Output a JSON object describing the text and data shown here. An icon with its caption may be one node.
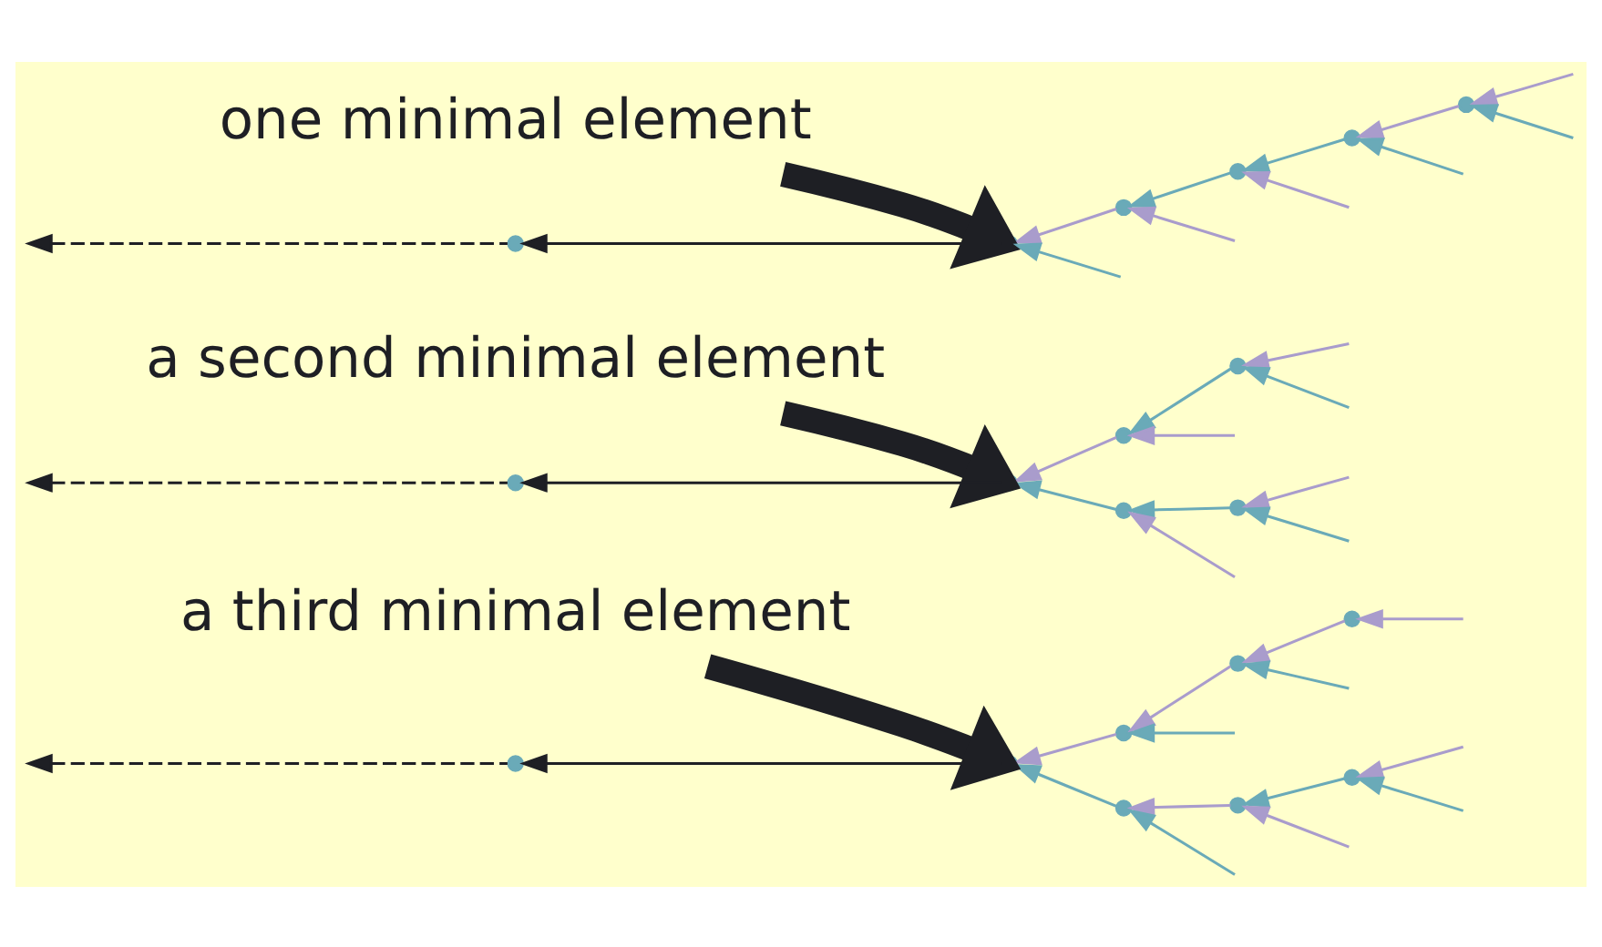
{
  "diagram": {
    "nodes": [
      {
        "text": [
          "one minimal element"
        ]
      },
      {
        "text": [],
        "shape": "point"
      },
      {
        "text": [],
        "shape": "point"
      },
      {
        "text": [],
        "shape": "point"
      },
      {
        "text": [],
        "shape": "point"
      },
      {
        "text": [],
        "shape": "point"
      },
      {
        "text": [],
        "shape": "point"
      },
      {
        "text": [
          "a second minimal element"
        ]
      },
      {
        "text": [],
        "shape": "point"
      },
      {
        "text": [],
        "shape": "point"
      },
      {
        "text": [],
        "shape": "point"
      },
      {
        "text": [],
        "shape": "point"
      },
      {
        "text": [],
        "shape": "point"
      },
      {
        "text": [],
        "shape": "point"
      },
      {
        "text": [
          "a third minimal element"
        ]
      },
      {
        "text": [],
        "shape": "point"
      },
      {
        "text": [],
        "shape": "point"
      },
      {
        "text": [],
        "shape": "point"
      },
      {
        "text": [],
        "shape": "point"
      },
      {
        "text": [],
        "shape": "point"
      },
      {
        "text": [],
        "shape": "point"
      },
      {
        "text": [],
        "shape": "point"
      },
      {
        "text": [],
        "shape": "point"
      }
    ],
    "edges": [
      {
        "from": 0,
        "to": 2,
        "arrow": "to",
        "style": "thick",
        "color": "#1e1f24"
      },
      {
        "from": 2,
        "to": 1,
        "arrow": "to",
        "color": "#1e1f24"
      },
      {
        "from": 1,
        "to": null,
        "arrow": "to",
        "style": "dashed",
        "color": "#1e1f24"
      },
      {
        "from": null,
        "to": 2,
        "arrow": "to",
        "color": "#6aaab8"
      },
      {
        "from": 3,
        "to": 2,
        "arrow": "to",
        "color": "#a99ccc"
      },
      {
        "from": 4,
        "to": 3,
        "arrow": "to",
        "color": "#6aaab8"
      },
      {
        "from": null,
        "to": 3,
        "arrow": "to",
        "color": "#a99ccc"
      },
      {
        "from": 5,
        "to": 4,
        "arrow": "to",
        "color": "#6aaab8"
      },
      {
        "from": null,
        "to": 4,
        "arrow": "to",
        "color": "#a99ccc"
      },
      {
        "from": null,
        "to": 5,
        "arrow": "to",
        "color": "#6aaab8"
      },
      {
        "from": 6,
        "to": 5,
        "arrow": "to",
        "color": "#a99ccc"
      },
      {
        "from": null,
        "to": 6,
        "arrow": "to",
        "color": "#6aaab8"
      },
      {
        "from": null,
        "to": 6,
        "arrow": "to",
        "color": "#a99ccc"
      },
      {
        "from": 7,
        "to": 9,
        "arrow": "to",
        "style": "thick",
        "color": "#1e1f24"
      },
      {
        "from": 9,
        "to": 8,
        "arrow": "to",
        "color": "#1e1f24"
      },
      {
        "from": 8,
        "to": null,
        "arrow": "to",
        "style": "dashed",
        "color": "#1e1f24"
      },
      {
        "from": 10,
        "to": 9,
        "arrow": "to",
        "color": "#6aaab8"
      },
      {
        "from": 12,
        "to": 9,
        "arrow": "to",
        "color": "#a99ccc"
      },
      {
        "from": 11,
        "to": 10,
        "arrow": "to",
        "color": "#6aaab8"
      },
      {
        "from": null,
        "to": 10,
        "arrow": "to",
        "color": "#a99ccc"
      },
      {
        "from": null,
        "to": 11,
        "arrow": "to",
        "color": "#6aaab8"
      },
      {
        "from": null,
        "to": 11,
        "arrow": "to",
        "color": "#a99ccc"
      },
      {
        "from": 13,
        "to": 12,
        "arrow": "to",
        "color": "#6aaab8"
      },
      {
        "from": null,
        "to": 12,
        "arrow": "to",
        "color": "#a99ccc"
      },
      {
        "from": null,
        "to": 13,
        "arrow": "to",
        "color": "#6aaab8"
      },
      {
        "from": null,
        "to": 13,
        "arrow": "to",
        "color": "#a99ccc"
      },
      {
        "from": 14,
        "to": 16,
        "arrow": "to",
        "style": "thick",
        "color": "#1e1f24"
      },
      {
        "from": 16,
        "to": 15,
        "arrow": "to",
        "color": "#1e1f24"
      },
      {
        "from": 15,
        "to": null,
        "arrow": "to",
        "style": "dashed",
        "color": "#1e1f24"
      },
      {
        "from": 17,
        "to": 16,
        "arrow": "to",
        "color": "#6aaab8"
      },
      {
        "from": 20,
        "to": 16,
        "arrow": "to",
        "color": "#a99ccc"
      },
      {
        "from": null,
        "to": 17,
        "arrow": "to",
        "color": "#6aaab8"
      },
      {
        "from": 18,
        "to": 17,
        "arrow": "to",
        "color": "#a99ccc"
      },
      {
        "from": 19,
        "to": 18,
        "arrow": "to",
        "color": "#6aaab8"
      },
      {
        "from": null,
        "to": 18,
        "arrow": "to",
        "color": "#a99ccc"
      },
      {
        "from": null,
        "to": 19,
        "arrow": "to",
        "color": "#6aaab8"
      },
      {
        "from": null,
        "to": 19,
        "arrow": "to",
        "color": "#a99ccc"
      },
      {
        "from": null,
        "to": 20,
        "arrow": "to",
        "color": "#6aaab8"
      },
      {
        "from": 21,
        "to": 20,
        "arrow": "to",
        "color": "#a99ccc"
      },
      {
        "from": null,
        "to": 21,
        "arrow": "to",
        "color": "#6aaab8"
      },
      {
        "from": 22,
        "to": 21,
        "arrow": "to",
        "color": "#a99ccc"
      },
      {
        "from": null,
        "to": 22,
        "arrow": "to",
        "color": "#a99ccc"
      }
    ]
  }
}
